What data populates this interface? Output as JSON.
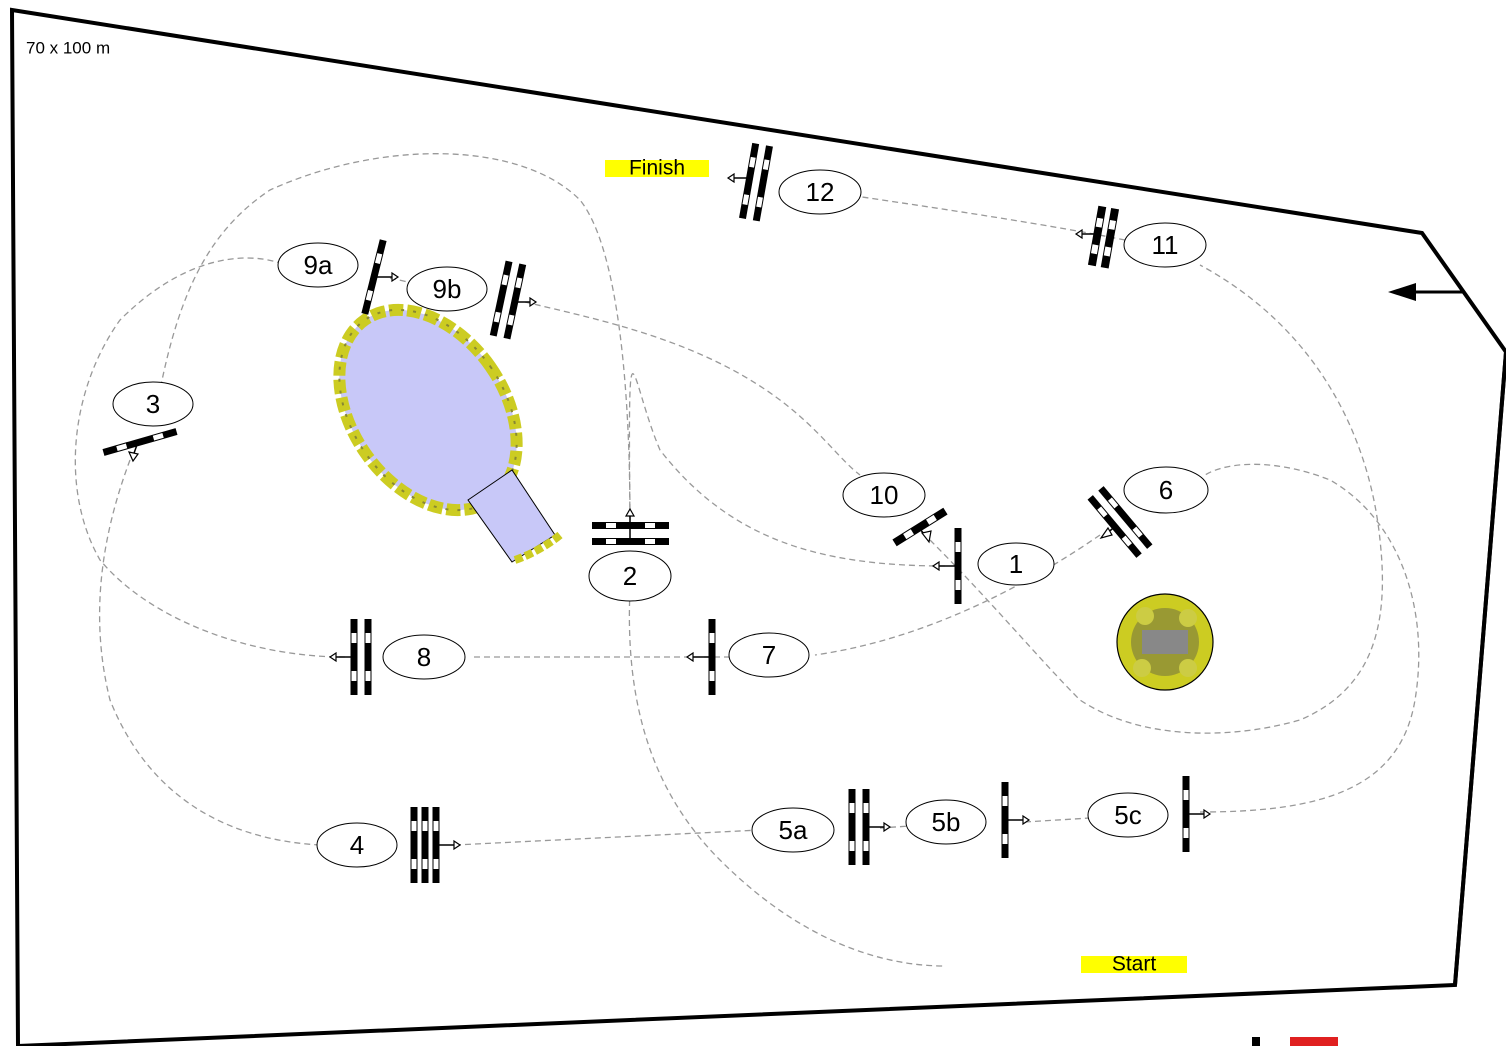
{
  "arena_size": "70 x 100 m",
  "finish_label": "Finish",
  "start_label": "Start",
  "highlight_color": "#ffff00",
  "water_color": "#c8c8f8",
  "hedge_color": "#cccc22",
  "obstacles": [
    {
      "id": "1",
      "label": "1"
    },
    {
      "id": "2",
      "label": "2"
    },
    {
      "id": "3",
      "label": "3"
    },
    {
      "id": "4",
      "label": "4"
    },
    {
      "id": "5a",
      "label": "5a"
    },
    {
      "id": "5b",
      "label": "5b"
    },
    {
      "id": "5c",
      "label": "5c"
    },
    {
      "id": "6",
      "label": "6"
    },
    {
      "id": "7",
      "label": "7"
    },
    {
      "id": "8",
      "label": "8"
    },
    {
      "id": "9a",
      "label": "9a"
    },
    {
      "id": "9b",
      "label": "9b"
    },
    {
      "id": "10",
      "label": "10"
    },
    {
      "id": "11",
      "label": "11"
    },
    {
      "id": "12",
      "label": "12"
    }
  ]
}
